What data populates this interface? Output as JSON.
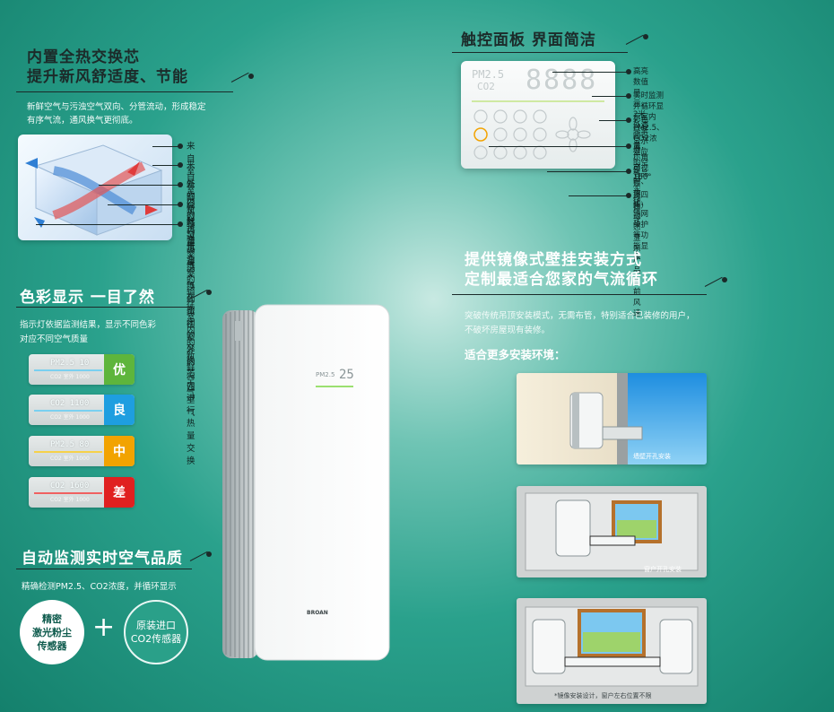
{
  "heat_exchange": {
    "title_line1": "内置全热交换芯",
    "title_line2": "提升新风舒适度、节能",
    "desc_line1": "新鲜空气与污浊空气双向、分管流动，形成稳定",
    "desc_line2": "有序气流，通风换气更彻底。",
    "legend": [
      "来自室外的新鲜空气",
      "来自室内的污浊空气",
      "新鲜空气与污浊空气在密闭的交换芯内进行热量交换",
      "经过热量交换的输往室内的新鲜空气",
      "经过热量交换的排往室外的污浊空气"
    ]
  },
  "color_display": {
    "title": "色彩显示 一目了然",
    "desc_line1": "指示灯依据监测结果，显示不同色彩",
    "desc_line2": "对应不同空气质量",
    "levels": [
      {
        "reading": "PM2.5  10",
        "sub": "CO2 室外 1000",
        "grade": "优",
        "color": "#5eb53c",
        "bar": "#7ad0f0"
      },
      {
        "reading": "CO2 1100",
        "sub": "CO2 室外 1000",
        "grade": "良",
        "color": "#1e9ee0",
        "bar": "#7ad0f0"
      },
      {
        "reading": "PM2.5  80",
        "sub": "CO2 室外 1000",
        "grade": "中",
        "color": "#f2a300",
        "bar": "#f6d24a"
      },
      {
        "reading": "CO2 1600",
        "sub": "CO2 室外 1000",
        "grade": "差",
        "color": "#e02020",
        "bar": "#f06060"
      }
    ]
  },
  "monitoring": {
    "title": "自动监测实时空气品质",
    "desc": "精确检测PM2.5、CO2浓度，并循环显示",
    "sensor1_line1": "精密",
    "sensor1_line2": "激光粉尘",
    "sensor1_line3": "传感器",
    "plus": "+",
    "sensor2_line1": "原装进口",
    "sensor2_line2": "CO2传感器"
  },
  "device": {
    "brand": "BROAN",
    "screen_label": "PM2.5",
    "screen_value": "25"
  },
  "touch_panel": {
    "title": "触控面板 界面简洁",
    "display_pm": "PM2.5",
    "display_co2": "CO2",
    "display_digits": "8888",
    "features": [
      "高亮数值显示，2米外清晰可见，广角可视160°",
      "实时监测并循环显示室内PM2.5、CO2浓度",
      "彩色亮条显示对应的空气品质（四色）",
      "显示产品工作模式",
      "定时、童锁、滤网维护等功能显示",
      "旋叶动态显示产品当前风速"
    ]
  },
  "installation": {
    "title_line1": "提供镜像式壁挂安装方式",
    "title_line2": "定制最适合您家的气流循环",
    "desc_line1": "突破传统吊顶安装模式，无需布管，特别适合已装修的用户，",
    "desc_line2": "不破坏房屋现有装修。",
    "env_title": "适合更多安装环境：",
    "captions": [
      "墙壁开孔安装",
      "窗户开孔安装",
      "*镜像安装设计，窗户左右位置不限"
    ]
  }
}
